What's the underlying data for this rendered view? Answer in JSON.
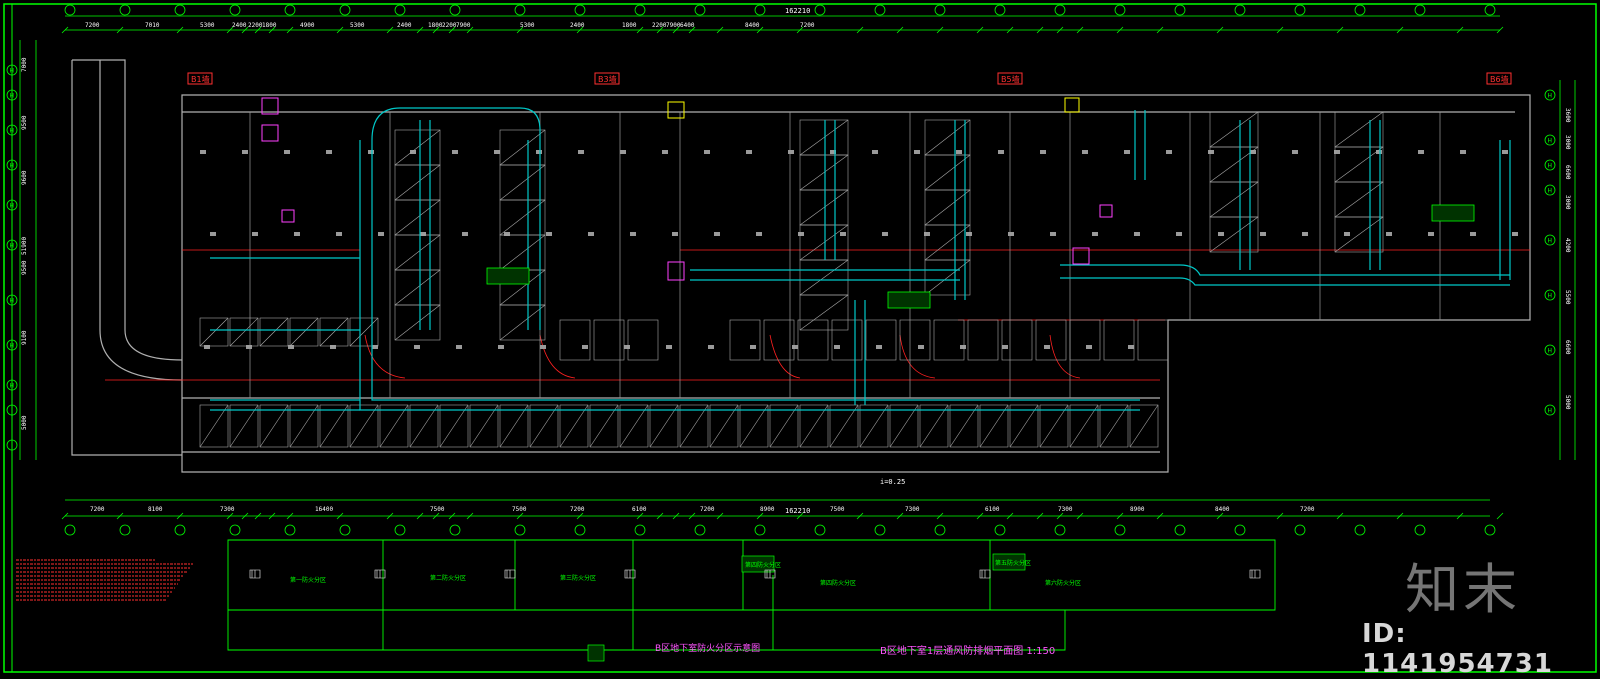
{
  "drawing": {
    "title": "B区地下室1层通风防排烟平面图  1:150",
    "subtitle": "B区地下室防火分区示意图",
    "total_dimension_top": "162210",
    "total_dimension_bottom": "162210",
    "zone_tags": [
      "B1墙",
      "B3墙",
      "B5墙",
      "B6墙"
    ],
    "fire_zone_labels": [
      "第一防火分区",
      "第二防火分区",
      "第三防火分区",
      "第四防火分区",
      "第五防火分区",
      "第六防火分区"
    ],
    "dims_top": [
      "7200",
      "7010",
      "5300",
      "2400",
      "2200",
      "1800",
      "4900",
      "5300",
      "2400",
      "1800",
      "2200",
      "7900",
      "5300",
      "2400",
      "1800",
      "2200",
      "7900",
      "6400",
      "8400",
      "7200"
    ],
    "dims_bottom": [
      "7200",
      "8100",
      "7300",
      "16400",
      "7500",
      "7500",
      "7200",
      "6100",
      "7200",
      "8900",
      "7500",
      "7300",
      "6100",
      "7300",
      "8900",
      "8400",
      "7200"
    ],
    "right_dims": [
      "3600",
      "3000",
      "6600",
      "3000",
      "4200",
      "5500",
      "6600",
      "5000"
    ],
    "left_dims": [
      "7000",
      "9500",
      "9600",
      "51900",
      "9500",
      "9100",
      "5000"
    ],
    "axis_tags_left": [
      "H",
      "H",
      "H",
      "H",
      "H",
      "H",
      "H",
      "H",
      "H"
    ],
    "axis_tags_right": [
      "H",
      "H",
      "H",
      "H",
      "H",
      "H",
      "H",
      "H"
    ],
    "slope_note": "i=0.25"
  },
  "watermark": {
    "logo": "知末",
    "id": "ID: 1141954731"
  },
  "colors": {
    "background": "#000000",
    "frame": "#00ff00",
    "walls": "#b0b0b0",
    "duct": "#00c8c8",
    "red_line": "#ff2020",
    "dimension": "#ffffff",
    "tag_red": "#ff3030",
    "magenta": "#ff40ff",
    "yellow": "#ffff00"
  }
}
